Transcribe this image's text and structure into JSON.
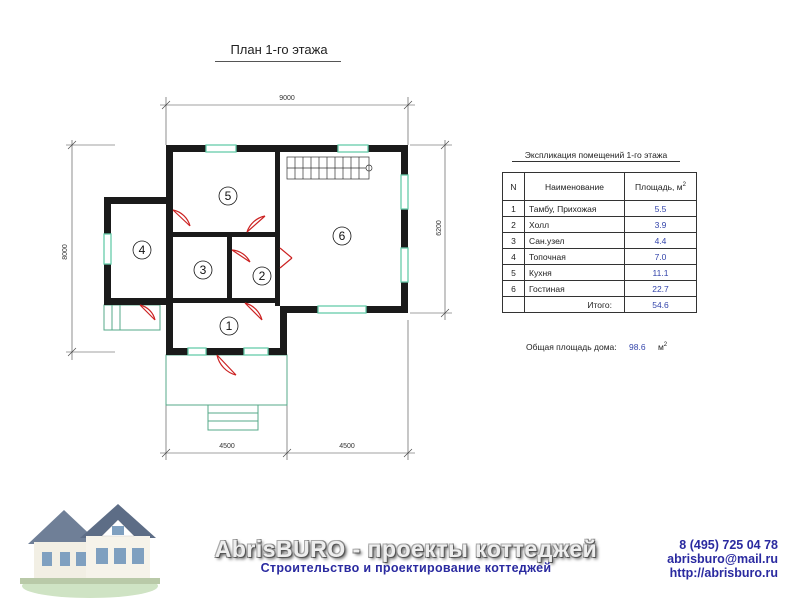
{
  "plan": {
    "title": "План 1-го этажа",
    "dimensions": {
      "top": "9000",
      "left": "8000",
      "right": "6200",
      "bottom_left": "4500",
      "bottom_right": "4500"
    },
    "rooms": [
      {
        "num": "1"
      },
      {
        "num": "2"
      },
      {
        "num": "3"
      },
      {
        "num": "4"
      },
      {
        "num": "5"
      },
      {
        "num": "6"
      }
    ]
  },
  "explication": {
    "title": "Экспликация помещений 1-го этажа",
    "headers": {
      "no": "N",
      "name": "Наименование",
      "area": "Площадь, м",
      "area_sup": "2"
    },
    "rows": [
      {
        "no": "1",
        "name": "Тамбу, Прихожая",
        "area": "5.5"
      },
      {
        "no": "2",
        "name": "Холл",
        "area": "3.9"
      },
      {
        "no": "3",
        "name": "Сан.узел",
        "area": "4.4"
      },
      {
        "no": "4",
        "name": "Топочная",
        "area": "7.0"
      },
      {
        "no": "5",
        "name": "Кухня",
        "area": "11.1"
      },
      {
        "no": "6",
        "name": "Гостиная",
        "area": "22.7"
      }
    ],
    "total_label": "Итого:",
    "total_value": "54.6",
    "house_total_label": "Общая площадь дома:",
    "house_total_value": "98.6",
    "house_total_unit": "м",
    "house_total_sup": "2"
  },
  "footer": {
    "brand": "AbrisBURO - проекты коттеджей",
    "tagline": "Строительство и проектирование коттеджей",
    "phone": "8 (495) 725 04 78",
    "email": "abrisburo@mail.ru",
    "site": "http://abrisburo.ru"
  },
  "colors": {
    "wall": "#1a1a1a",
    "window": "#66ccaa",
    "door": "#cc2222",
    "porch": "#55aa88",
    "brand_blue": "#2a2aa0",
    "value_blue": "#3344aa"
  }
}
